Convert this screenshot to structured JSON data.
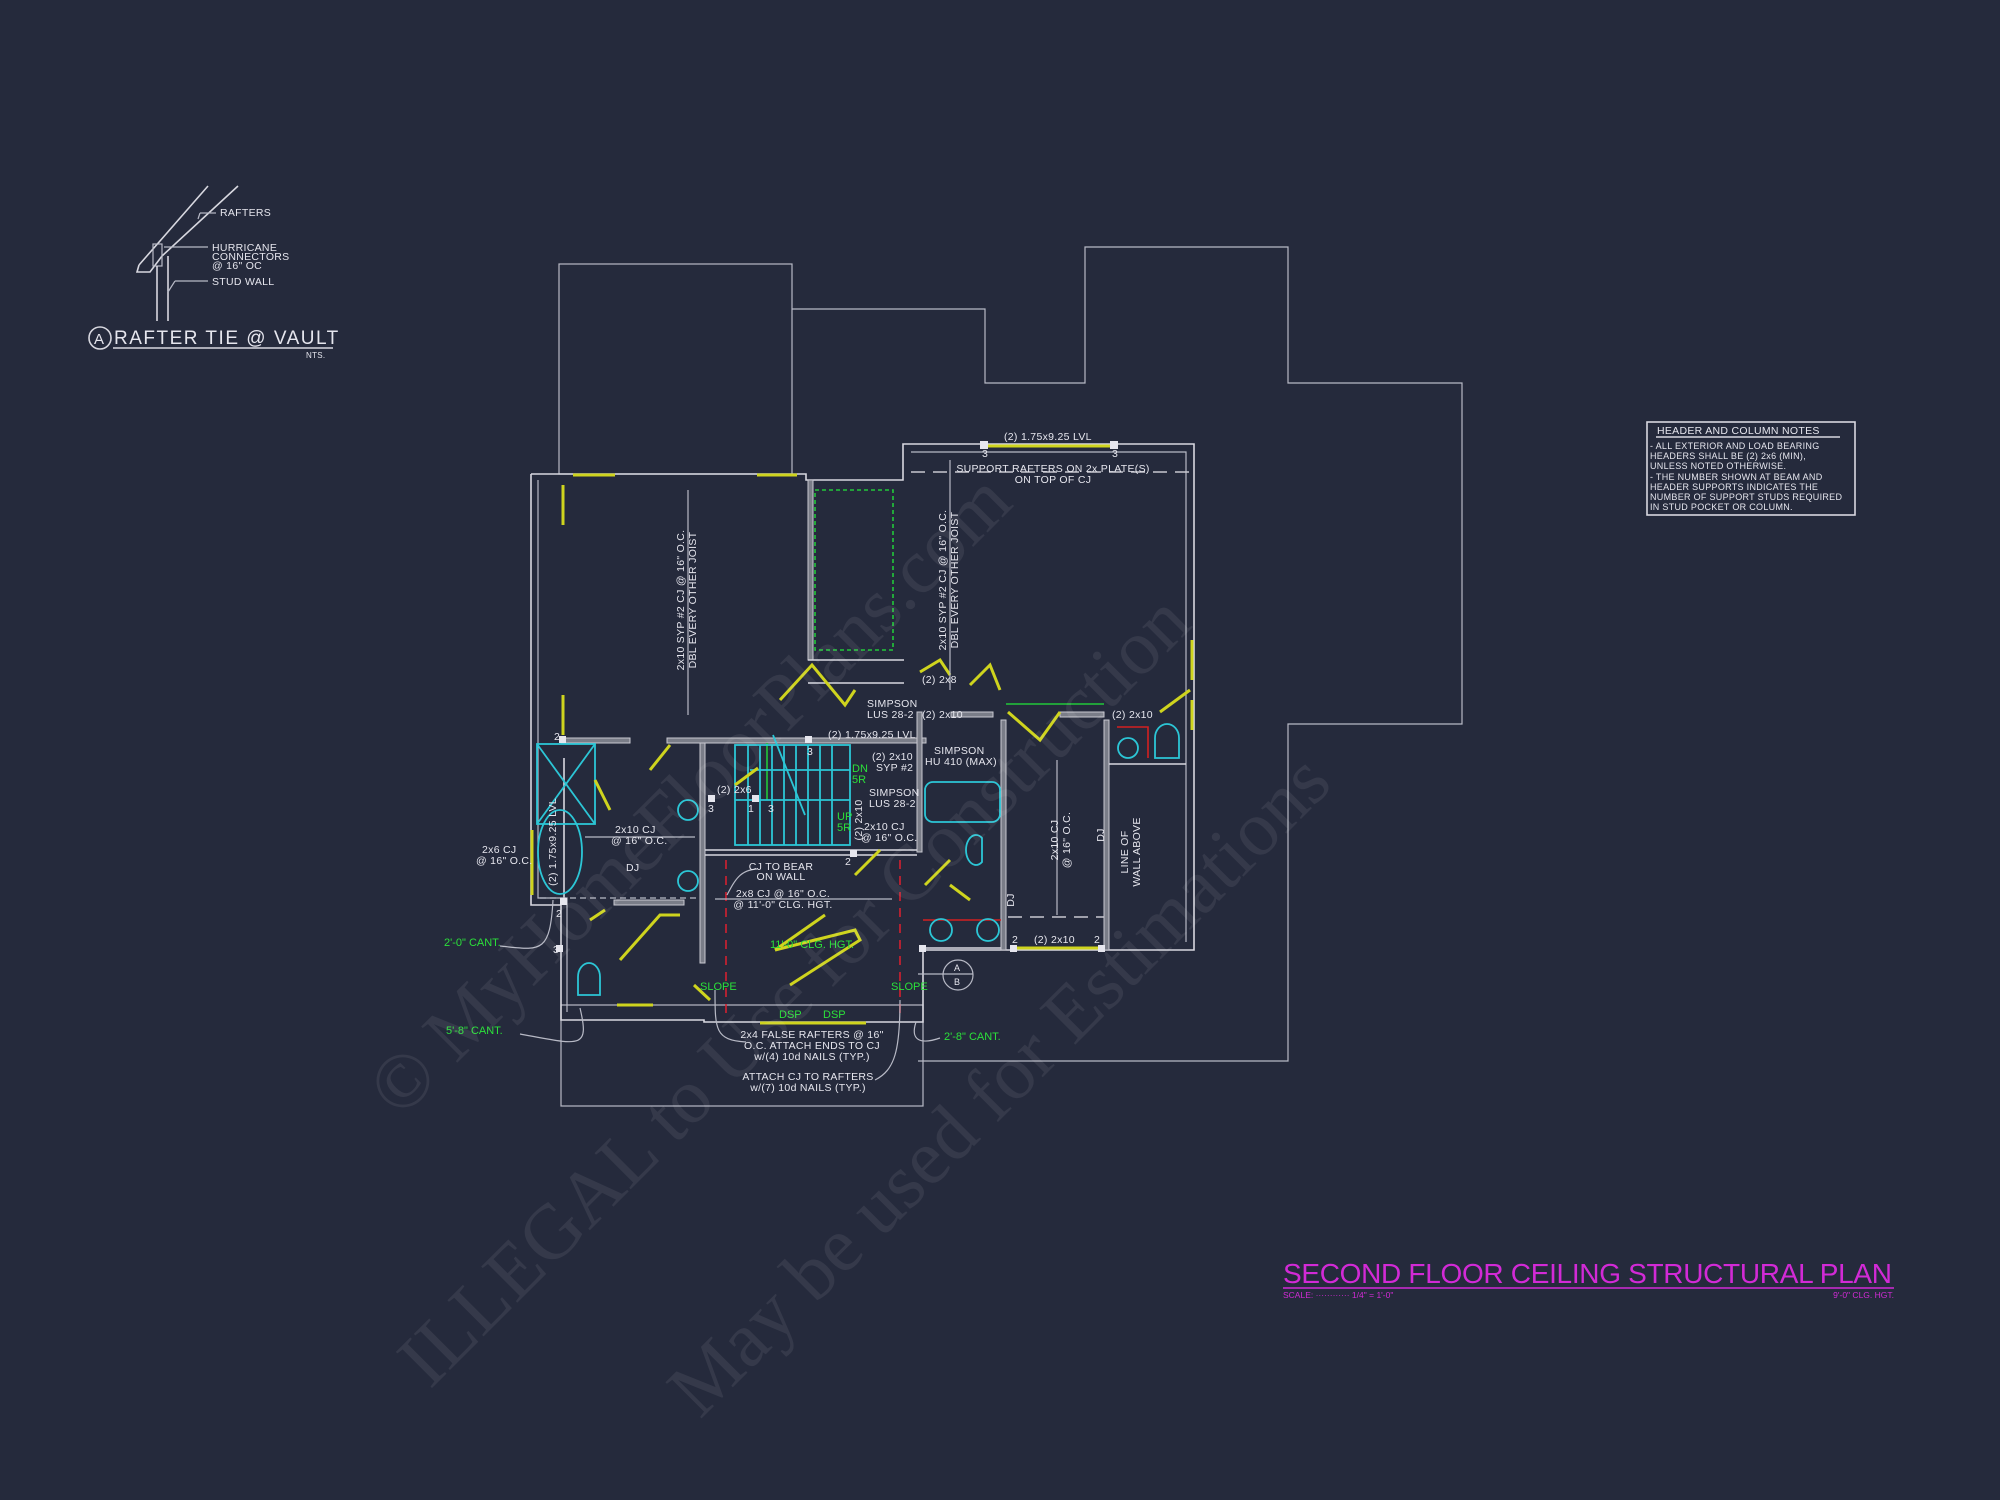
{
  "detail": {
    "callout_letter": "A",
    "title": "RAFTER TIE @ VAULT",
    "scale": "NTS.",
    "labels": {
      "rafters": "RAFTERS",
      "hurricane_1": "HURRICANE",
      "hurricane_2": "CONNECTORS",
      "hurricane_3": "@ 16\" OC",
      "stud_wall": "STUD WALL"
    }
  },
  "notes": {
    "title": "HEADER AND COLUMN NOTES",
    "lines": [
      "- ALL EXTERIOR AND LOAD BEARING",
      "HEADERS SHALL BE (2) 2x6 (MIN),",
      "UNLESS NOTED OTHERWISE.",
      "- THE NUMBER SHOWN AT BEAM AND",
      "HEADER SUPPORTS INDICATES THE",
      "NUMBER OF SUPPORT STUDS REQUIRED",
      "IN STUD POCKET OR COLUMN."
    ]
  },
  "plan_labels": {
    "lvl_top": "(2) 1.75x9.25 LVL",
    "support_1": "SUPPORT RAFTERS ON 2x PLATE(S)",
    "support_2": "ON TOP OF CJ",
    "cj_left_1": "2x10 SYP #2 CJ @ 16\" O.C.",
    "cj_left_2": "DBL EVERY OTHER JOIST",
    "cj_right_1": "2x10 SYP #2 CJ @ 16\" O.C.",
    "cj_right_2": "DBL EVERY OTHER JOIST",
    "hdr_2x8": "(2) 2x8",
    "simpson_lus_a_1": "SIMPSON",
    "simpson_lus_a_2": "LUS 28-2",
    "hdr_2x10_a": "(2) 2x10",
    "hdr_2x10_b": "(2) 2x10",
    "lvl_mid": "(2) 1.75x9.25 LVL",
    "simpson_hu_1": "SIMPSON",
    "simpson_hu_2": "HU 410 (MAX)",
    "syp_1": "(2) 2x10",
    "syp_2": "SYP #2",
    "hdr_2x6": "(2) 2x6",
    "simpson_lus_b_1": "SIMPSON",
    "simpson_lus_b_2": "LUS 28-2",
    "vert_2x10": "(2) 2x10",
    "cj_stair_1": "2x10 CJ",
    "cj_stair_2": "@ 16\" O.C.",
    "cj_bath_1": "2x10 CJ",
    "cj_bath_2": "@ 16\" O.C.",
    "dj_a": "DJ",
    "cj_2x6_1": "2x6 CJ",
    "cj_2x6_2": "@ 16\" O.C.",
    "lvl_left": "(2) 1.75x9.25 LVL",
    "dn": "DN",
    "dn_r": "5R",
    "up": "UP",
    "up_r": "5R",
    "cj_closet_1": "2x10 CJ",
    "cj_closet_2": "@ 16\" O.C.",
    "dj_b": "DJ",
    "dj_c": "DJ",
    "line_wall_1": "LINE OF",
    "line_wall_2": "WALL ABOVE",
    "cj_bear_1": "CJ TO BEAR",
    "cj_bear_2": "ON WALL",
    "cj_2x8_1": "2x8 CJ @ 16\" O.C.",
    "cj_2x8_2": "@ 11'-0\" CLG. HGT.",
    "clg_hgt": "11'-0\" CLG. HGT.",
    "slope_l": "SLOPE",
    "slope_r": "SLOPE",
    "dsp_1": "DSP",
    "dsp_2": "DSP",
    "hdr_2x10_bottom": "(2) 2x10",
    "cant_2_0": "2'-0\" CANT.",
    "cant_5_8": "5'-8\" CANT.",
    "cant_2_8": "2'-8\" CANT.",
    "false_rafters_1": "2x4 FALSE RAFTERS @ 16\"",
    "false_rafters_2": "O.C.  ATTACH ENDS TO CJ",
    "false_rafters_3": "w/(4) 10d NAILS (TYP.)",
    "attach_1": "ATTACH CJ TO RAFTERS",
    "attach_2": "w/(7) 10d NAILS (TYP.)",
    "section_top": "A",
    "section_bottom": "B",
    "studs_2": "2",
    "studs_3": "3",
    "studs_1": "1"
  },
  "title_block": {
    "title": "SECOND FLOOR CEILING STRUCTURAL PLAN",
    "scale_label": "SCALE: ············ 1/4\" = 1'-0\"",
    "ceiling_height": "9'-0\" CLG. HGT."
  },
  "watermark": {
    "line_1": "© MyHomeFloorPlans.com",
    "line_2": "ILLEGAL to Use for Construction",
    "line_3": "May be used for Estimations"
  },
  "colors": {
    "background": "#252a3c",
    "title": "#d22ad6",
    "beam": "#cfd41e",
    "fixture": "#2cc6d6",
    "note_green": "#2be03a"
  }
}
